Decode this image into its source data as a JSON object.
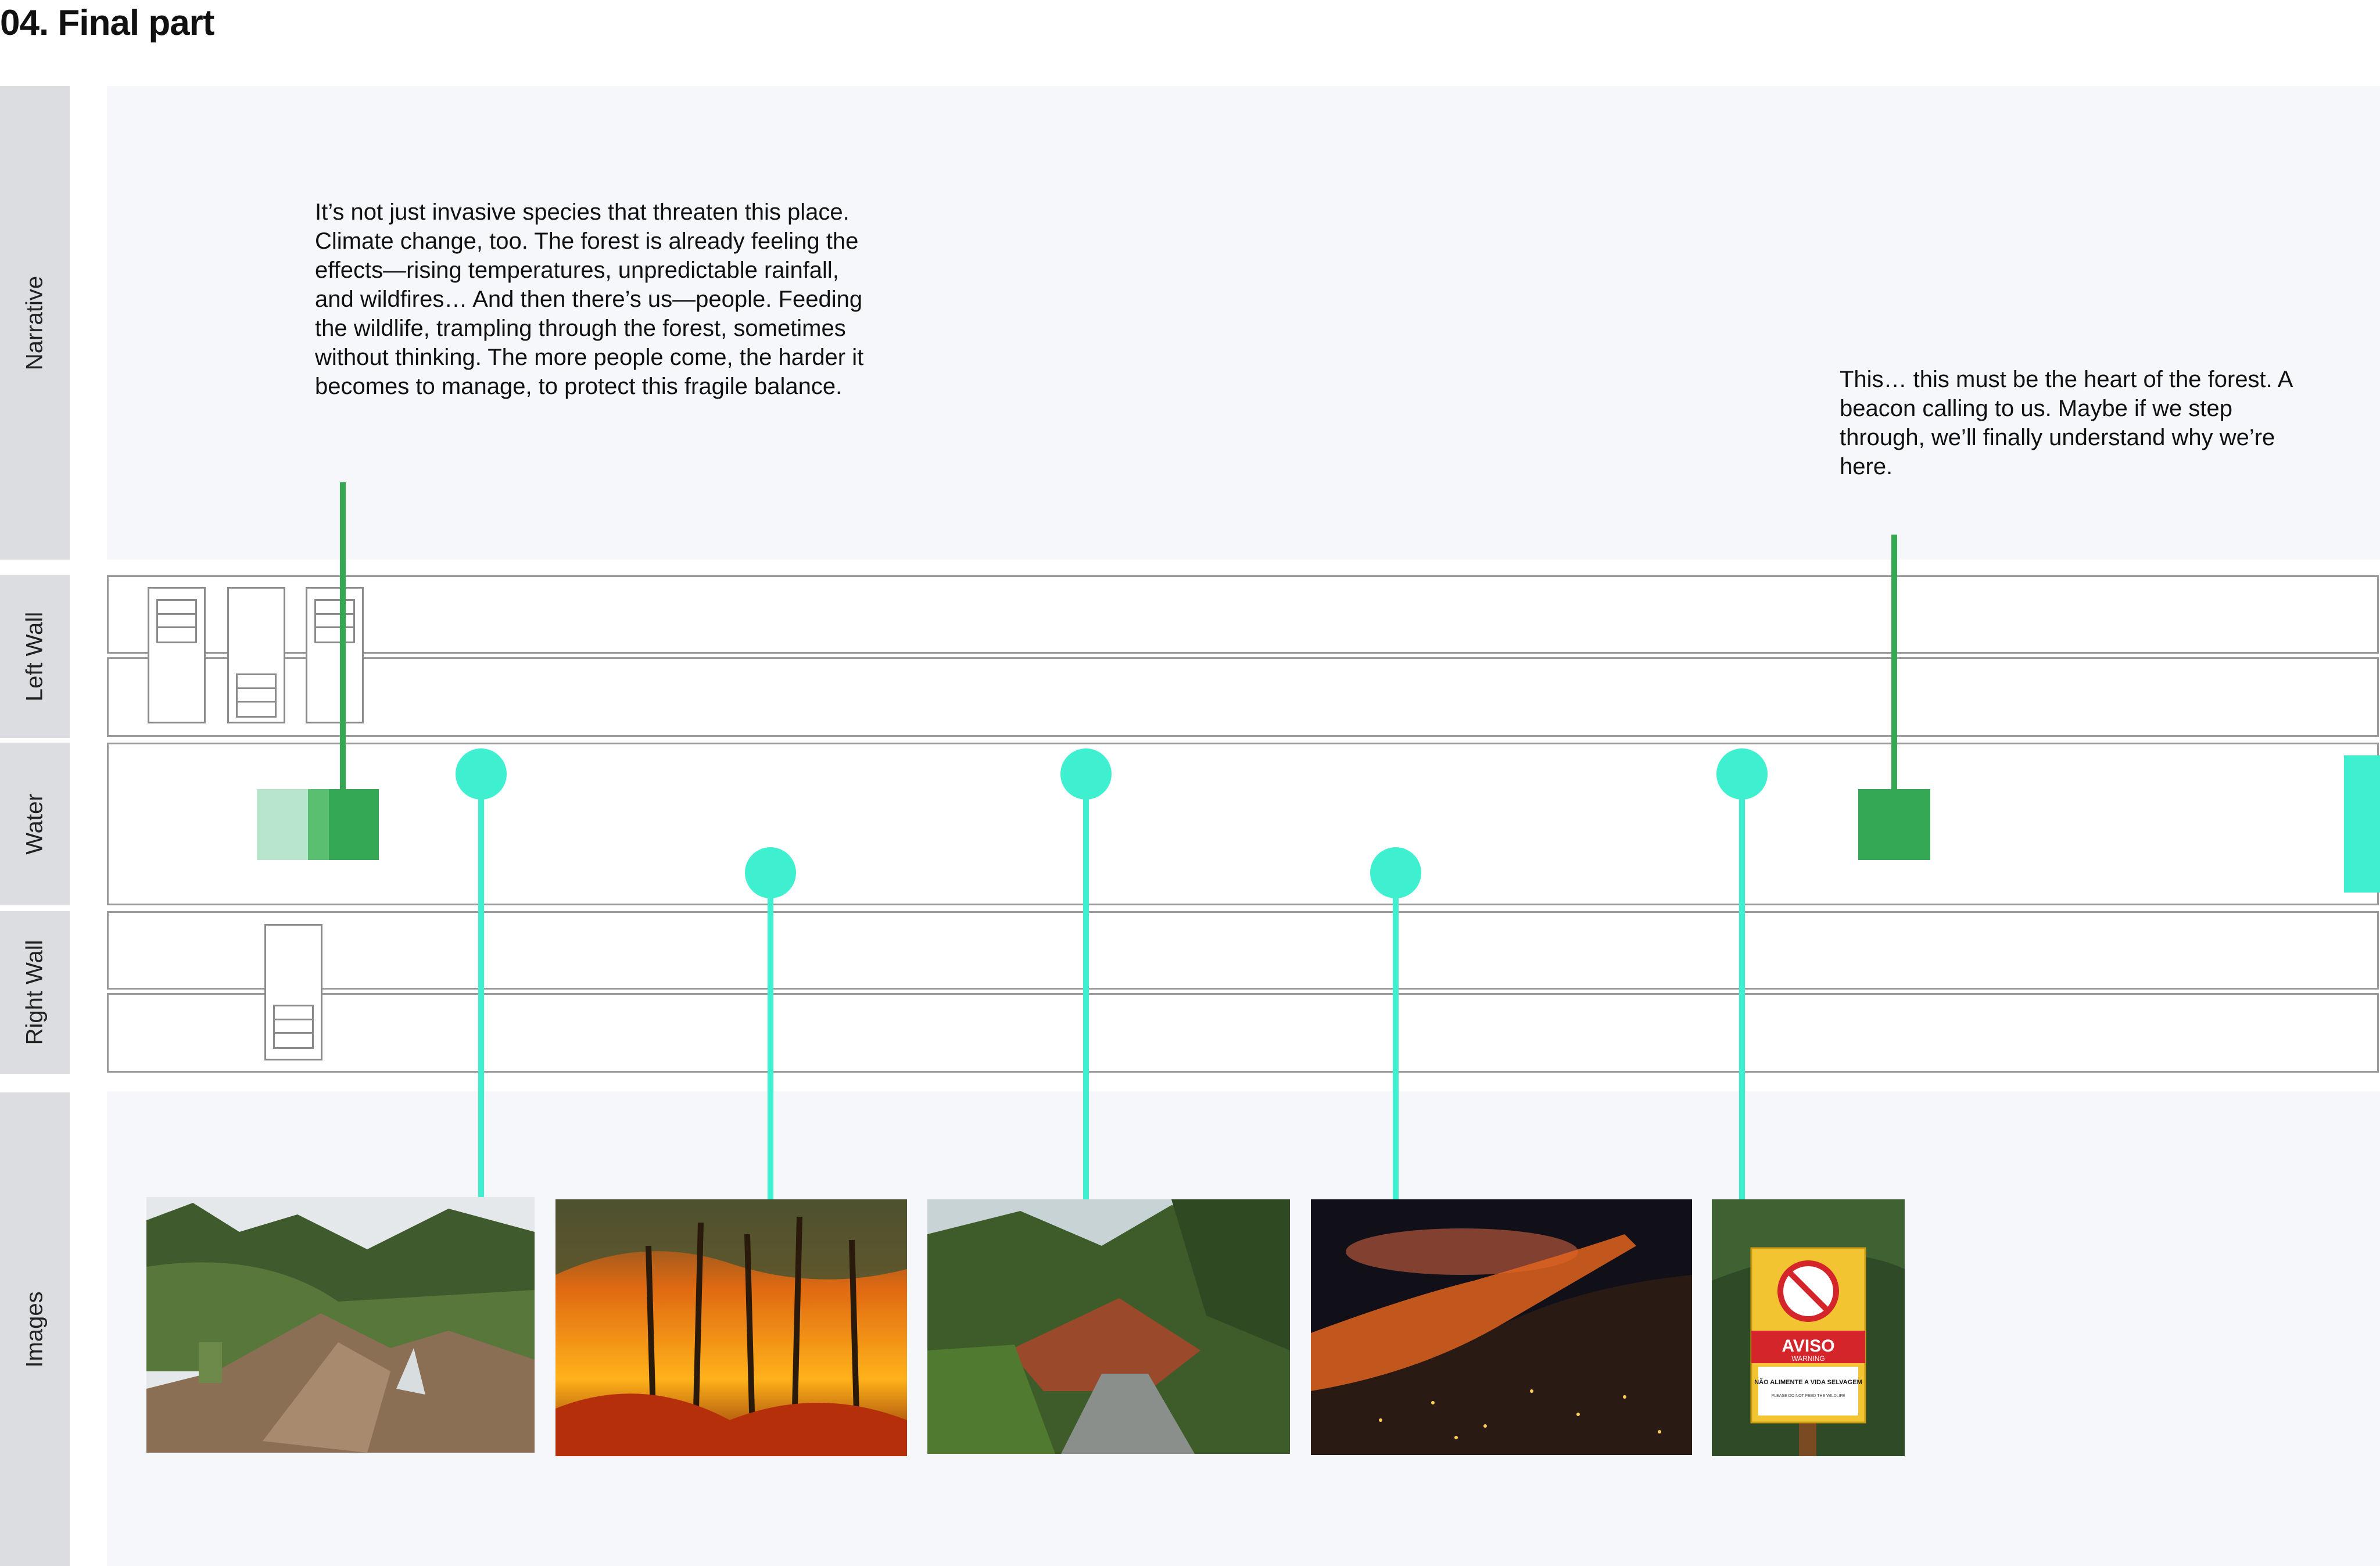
{
  "title": "04. Final part",
  "lanes": {
    "narrative": "Narrative",
    "left_wall": "Left Wall",
    "water": "Water",
    "right_wall": "Right Wall",
    "images": "Images"
  },
  "narrative": {
    "text1": "It’s not just invasive species that threaten this place. Climate change, too. The forest is already feeling the effects—rising temperatures, unpredictable rainfall, and wildfires… And then there’s us—people. Feeding the wildlife, trampling through the forest, sometimes without thinking. The more people come, the harder it becomes to manage, to protect this fragile balance.",
    "text2": "This… this must be the heart of the forest. A beacon calling to us. Maybe if we step through, we’ll finally understand why we’re here."
  },
  "colors": {
    "accent_green": "#35a853",
    "light_green": "#b7e6cc",
    "turquoise": "#3ff0d0",
    "label_bg": "#dcdde1",
    "panel_bg": "#f6f7fb"
  },
  "images": [
    {
      "icon": "landslide-photo"
    },
    {
      "icon": "forest-fire-photo"
    },
    {
      "icon": "road-landslide-photo"
    },
    {
      "icon": "night-wildfire-photo"
    },
    {
      "icon": "warning-sign-photo",
      "sign_title": "AVISO",
      "sign_sub": "WARNING",
      "sign_text": "NÃO ALIMENTE A VIDA SELVAGEM",
      "sign_small": "PLEASE DO NOT FEED THE WILDLIFE"
    }
  ]
}
